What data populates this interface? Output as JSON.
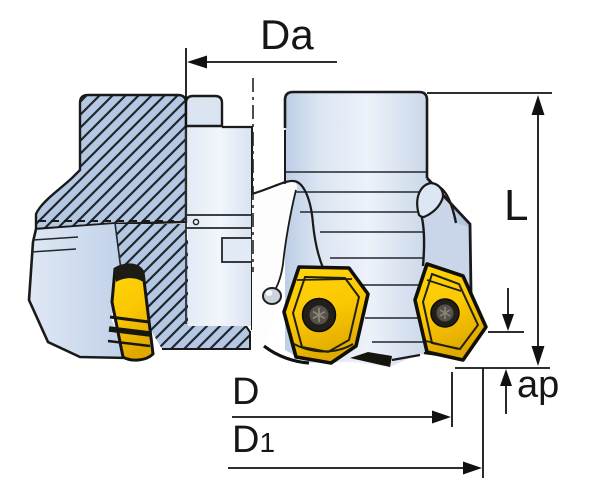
{
  "labels": {
    "da": "Da",
    "l": "L",
    "d": "D",
    "d1_base": "D",
    "d1_sub": "1",
    "ap": "ap"
  },
  "colors": {
    "background": "#ffffff",
    "outline": "#1a1a1a",
    "body_blue": "#c6d4ea",
    "body_blue_light": "#edf2f9",
    "body_blue_dark": "#aec2de",
    "hatch_fill": "#b4c8e4",
    "insert_yellow": "#ffd005",
    "insert_yellow_dark": "#e9b400",
    "screw_dark": "#211f18"
  }
}
